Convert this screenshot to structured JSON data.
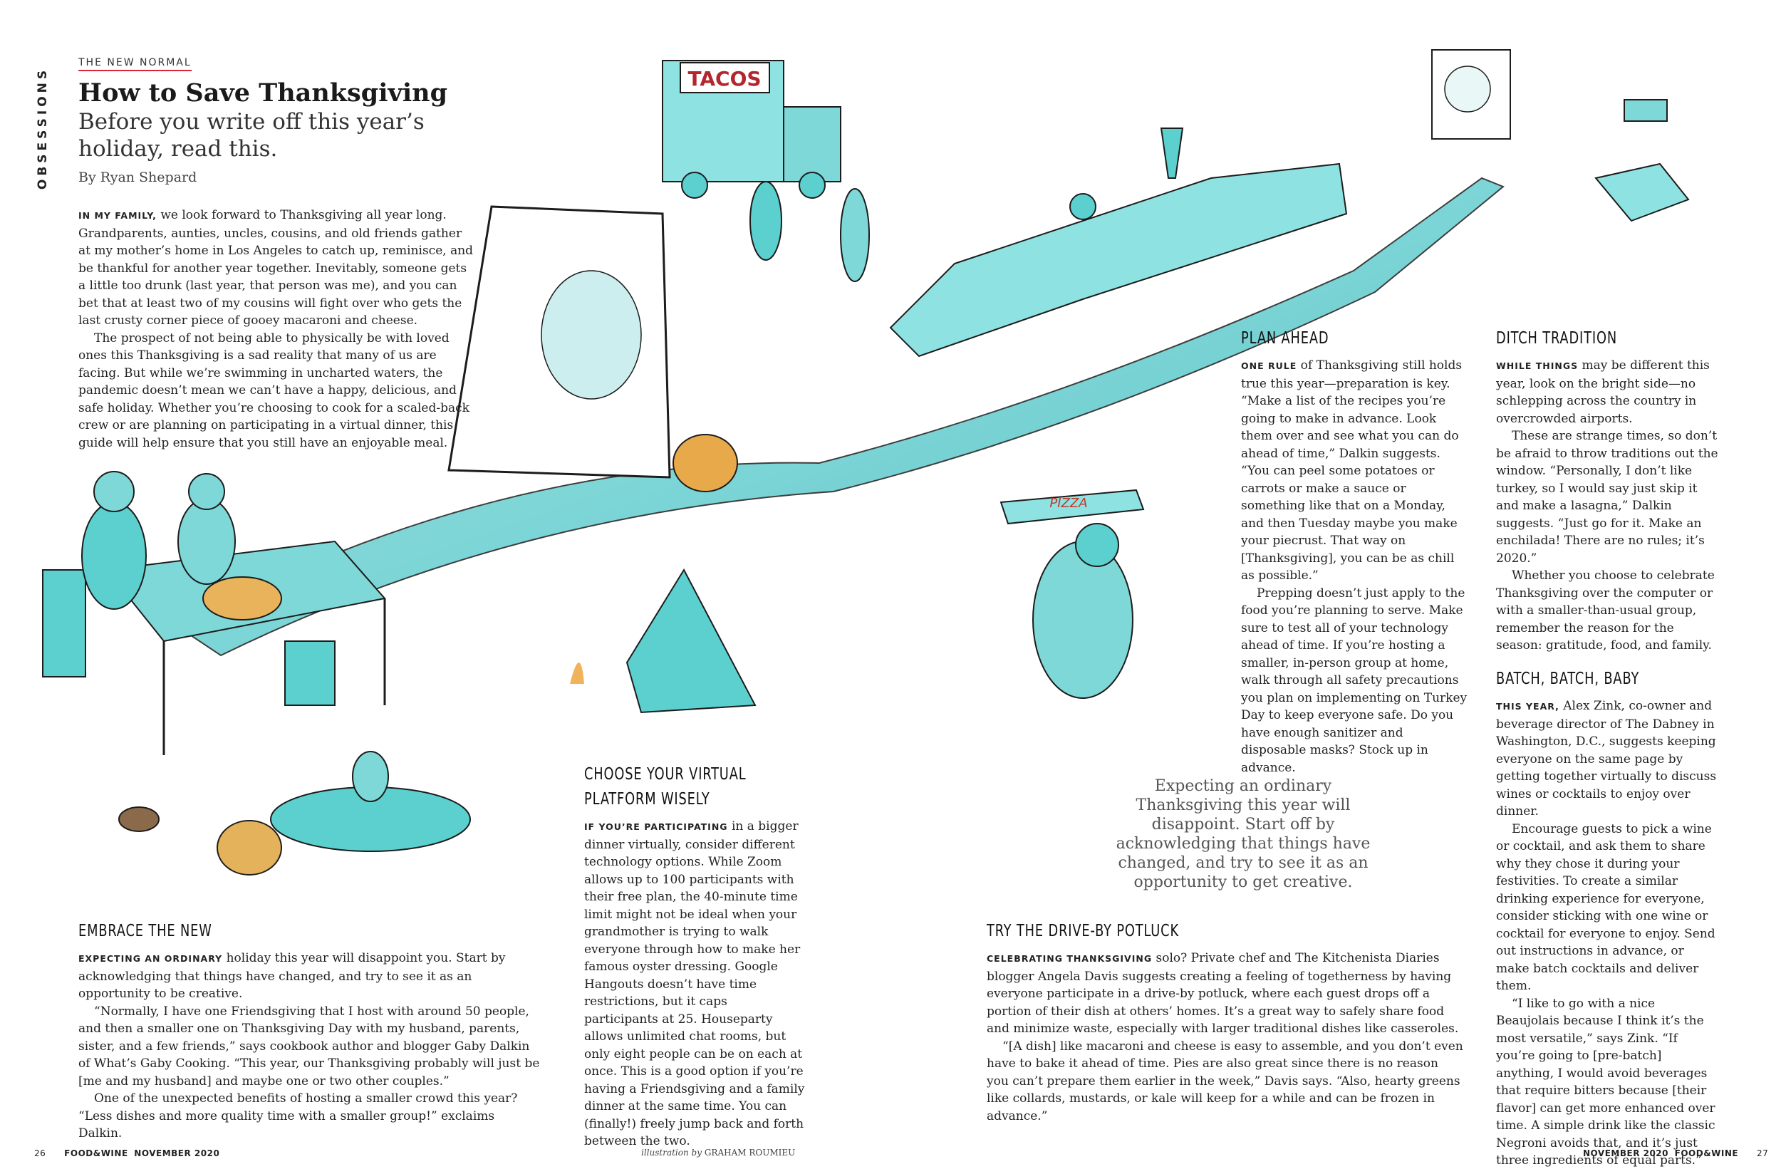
{
  "section_label": "OBSESSIONS",
  "kicker": "THE NEW NORMAL",
  "title": "How to Save Thanksgiving",
  "dek": "Before you write off this year’s holiday, read this.",
  "byline": "By Ryan Shepard",
  "intro": {
    "lead": "IN MY FAMILY,",
    "p1": " we look forward to Thanksgiving all year long. Grandparents, aunties, uncles, cousins, and old friends gather at my mother’s home in Los Angeles to catch up, reminisce, and be thankful for another year together. Inevitably, someone gets a little too drunk (last year, that person was me), and you can bet that at least two of my cousins will fight over who gets the last crusty corner piece of gooey macaroni and cheese.",
    "p2": "The prospect of not being able to physically be with loved ones this Thanksgiving is a sad reality that many of us are facing. But while we’re swimming in uncharted waters, the pandemic doesn’t mean we can’t have a happy, delicious, and safe holiday. Whether you’re choosing to cook for a scaled-back crew or are planning on participating in a virtual dinner, this guide will help ensure that you still have an enjoyable meal."
  },
  "embrace": {
    "heading": "EMBRACE THE NEW",
    "lead": "EXPECTING AN ORDINARY",
    "p1": " holiday this year will disappoint you. Start by acknowledging that things have changed, and try to see it as an opportunity to be creative.",
    "p2": "“Normally, I have one Friendsgiving that I host with around 50 people, and then a smaller one on Thanksgiving Day with my husband, parents, sister, and a few friends,” says cookbook author and blogger Gaby Dalkin of What’s Gaby Cooking. “This year, our Thanksgiving probably will just be [me and my husband] and maybe one or two other couples.”",
    "p3": "One of the unexpected benefits of hosting a smaller crowd this year? “Less dishes and more quality time with a smaller group!” exclaims Dalkin."
  },
  "platform": {
    "heading": "CHOOSE YOUR VIRTUAL PLATFORM WISELY",
    "lead": "IF YOU’RE PARTICIPATING",
    "p1": " in a bigger dinner virtually, consider different technology options. While Zoom allows up to 100 participants with their free plan, the 40-minute time limit might not be ideal when your grandmother is trying to walk everyone through how to make her famous oyster dressing. Google Hangouts doesn’t have time restrictions, but it caps participants at 25. Houseparty allows unlimited chat rooms, but only eight people can be on each at once. This is a good option if you’re having a Friendsgiving and a family dinner at the same time. You can (finally!) freely jump back and forth between the two."
  },
  "plan": {
    "heading": "PLAN AHEAD",
    "lead": "ONE RULE",
    "p1": " of Thanksgiving still holds true this year—preparation is key. “Make a list of the recipes you’re going to make in advance. Look them over and see what you can do ahead of time,” Dalkin suggests. “You can peel some potatoes or carrots or make a sauce or something like that on a Monday, and then Tuesday maybe you make your piecrust. That way on [Thanksgiving], you can be as chill as possible.”",
    "p2": "Prepping doesn’t just apply to the food you’re planning to serve. Make sure to test all of your technology ahead of time. If you’re hosting a smaller, in-person group at home, walk through all safety precautions you plan on implementing on Turkey Day to keep everyone safe. Do you have enough sanitizer and disposable masks? Stock up in advance."
  },
  "ditch": {
    "heading": "DITCH TRADITION",
    "lead": "WHILE THINGS",
    "p1": " may be different this year, look on the bright side—no schlepping across the country in overcrowded airports.",
    "p2": "These are strange times, so don’t be afraid to throw traditions out the window. “Personally, I don’t like turkey, so I would say just skip it and make a lasagna,” Dalkin suggests. “Just go for it. Make an enchilada! There are no rules; it’s 2020.”",
    "p3": "Whether you choose to celebrate Thanksgiving over the computer or with a smaller-than-usual group, remember the reason for the season: gratitude, food, and family."
  },
  "batch": {
    "heading": "BATCH, BATCH, BABY",
    "lead": "THIS YEAR,",
    "p1": " Alex Zink, co-owner and beverage director of The Dabney in Washington, D.C., suggests keeping everyone on the same page by getting together virtually to discuss wines or cocktails to enjoy over dinner.",
    "p2": "Encourage guests to pick a wine or cocktail, and ask them to share why they chose it during your festivities. To create a similar drinking experience for everyone, consider sticking with one wine or cocktail for everyone to enjoy. Send out instructions in advance, or make batch cocktails and deliver them.",
    "p3": "“I like to go with a nice Beaujolais because I think it’s the most versatile,” says Zink. “If you’re going to [pre-batch] anything, I would avoid beverages that require bitters because [their flavor] can get more enhanced over time. A simple drink like the classic Negroni avoids that, and it’s just three ingredients of equal parts.”"
  },
  "potluck": {
    "heading": "TRY THE DRIVE-BY POTLUCK",
    "lead": "CELEBRATING THANKSGIVING",
    "p1": " solo? Private chef and The Kitchenista Diaries blogger Angela Davis suggests creating a feeling of togetherness by having everyone participate in a drive-by potluck, where each guest drops off a portion of their dish at others’ homes. It’s a great way to safely share food and minimize waste, especially with larger traditional dishes like casseroles.",
    "p2": "“[A dish] like macaroni and cheese is easy to assemble, and you don’t even have to bake it ahead of time. Pies are also great since there is no reason you can’t prepare them earlier in the week,” Davis says. “Also, hearty greens like collards, mustards, or kale will keep for a while and can be frozen in advance.”"
  },
  "pullquote": "Expecting an ordinary Thanksgiving this year will disappoint. Start off by acknowledging that things have changed, and try to see it as an opportunity to get creative.",
  "illustration": {
    "truck_sign": "TACOS",
    "pizza_box": "PIZZA",
    "accent_color": "#5ccfcf",
    "ink_color": "#1c1c1c"
  },
  "footer": {
    "left_page": "26",
    "left_brand": "FOOD&WINE",
    "left_date": "NOVEMBER 2020",
    "credit_prefix": "illustration by",
    "credit_name": "GRAHAM ROUMIEU",
    "right_date": "NOVEMBER 2020",
    "right_brand": "FOOD&WINE",
    "right_page": "27"
  }
}
